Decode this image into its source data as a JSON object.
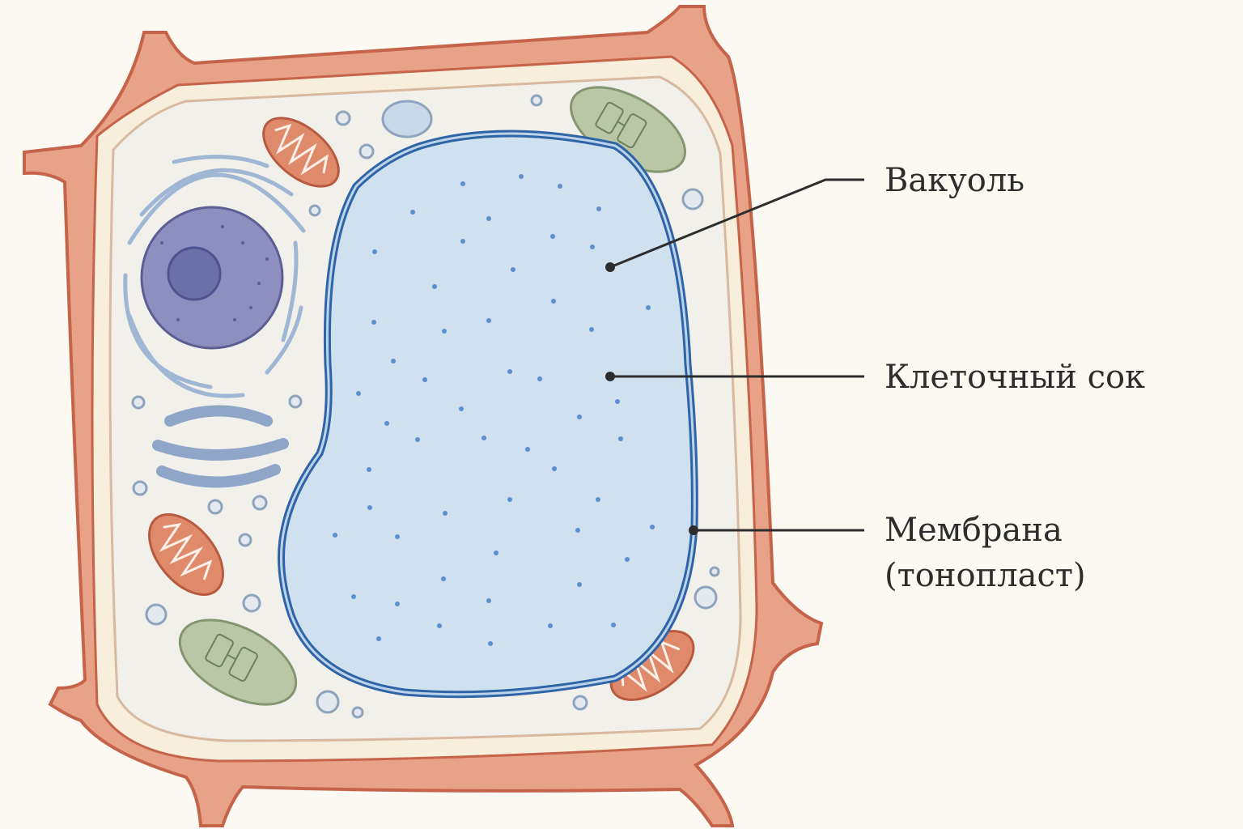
{
  "labels": {
    "vacuole": "Вакуоль",
    "cell_sap": "Клеточный сок",
    "membrane_line1": "Мембрана",
    "membrane_line2": "(тонопласт)"
  },
  "colors": {
    "background": "#fbf9f1",
    "cell_wall": "#e8a287",
    "cell_wall_stroke": "#c5644a",
    "cytoplasm": "#f1f0ea",
    "vacuole_fill": "#cfe0ef",
    "vacuole_stroke": "#2f64a6",
    "nucleus": "#8c8fc0",
    "nucleolus": "#6c70a8",
    "mitochondria": "#e08a6c",
    "chloroplast": "#b9c7a6",
    "er": "#9fb6d4",
    "leader_line": "#2d2d2d"
  }
}
